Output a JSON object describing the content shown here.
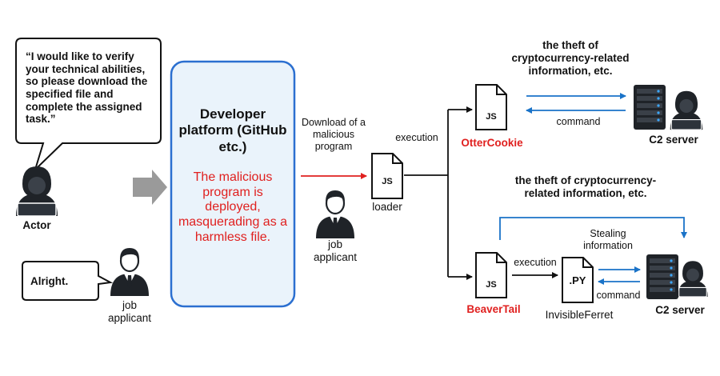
{
  "actor": {
    "speech": "“I would like to verify your technical abilities, so please download the specified file and complete the assigned task.”",
    "label": "Actor"
  },
  "applicant_left": {
    "reply": "Alright.",
    "label": "job applicant"
  },
  "platform": {
    "title": "Developer platform (GitHub etc.)",
    "message": "The malicious program is deployed, masquerading as a harmless file."
  },
  "download_label": "Download of a malicious program",
  "applicant_mid": {
    "label": "job applicant"
  },
  "loader": {
    "file_label": "JS",
    "name": "loader"
  },
  "execution_top": "execution",
  "otter": {
    "file_label": "JS",
    "name": "OtterCookie"
  },
  "theft_top": "the theft of cryptocurrency-related information, etc.",
  "command_top": "command",
  "c2_top": "C2 server",
  "theft_bottom": "the theft of cryptocurrency-related information, etc.",
  "stealing": "Stealing information",
  "beaver": {
    "file_label": "JS",
    "name": "BeaverTail"
  },
  "execution_bottom": "execution",
  "ferret": {
    "file_label": ".PY",
    "name": "InvisibleFerret"
  },
  "command_bottom": "command",
  "c2_bottom": "C2 server",
  "colors": {
    "red": "#e0201f",
    "blue": "#1a73c8",
    "platform_fill": "#eaf3fb",
    "platform_border": "#2b6fd0",
    "dark": "#1f2328"
  },
  "icons": [
    "hooded-hacker-icon",
    "businessman-icon",
    "js-file-icon",
    "py-file-icon",
    "server-rack-icon"
  ]
}
